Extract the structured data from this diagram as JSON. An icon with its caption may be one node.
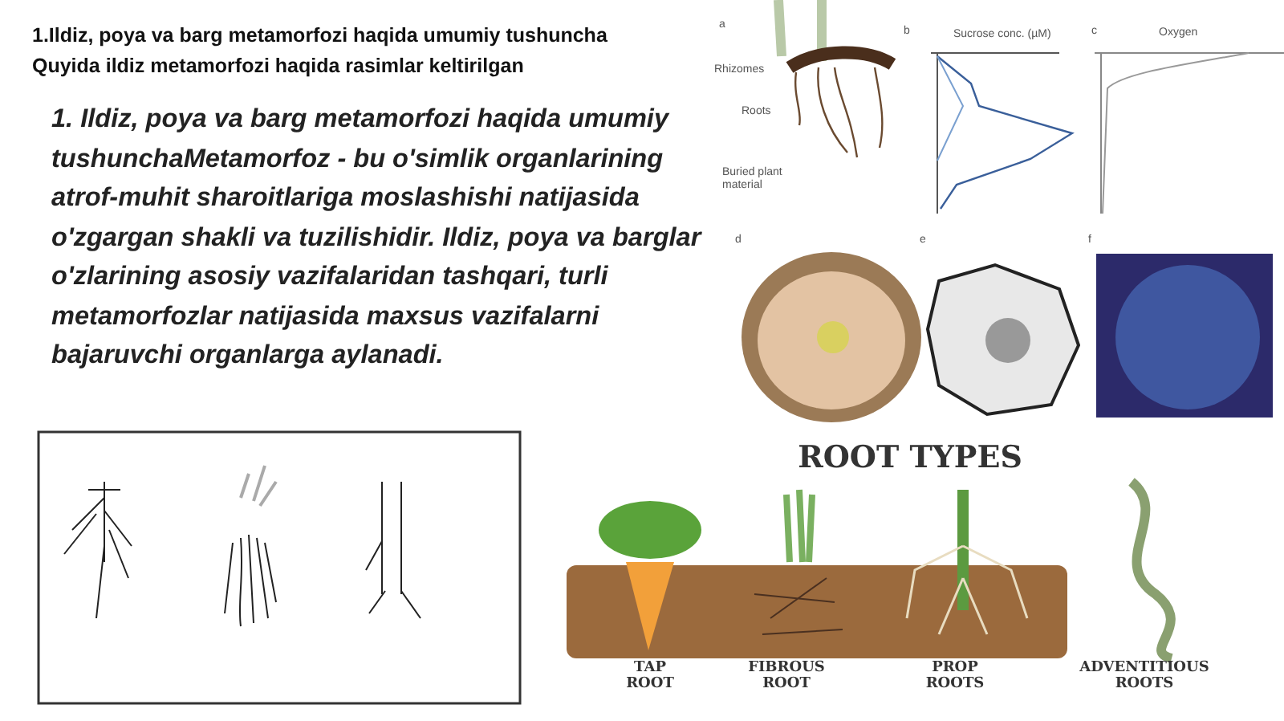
{
  "diagram": {
    "title": "1.Ildiz, poya va barg metamorfozi haqida umumiy tushuncha",
    "labels": [
      "Quyida ildiz metamorfozi haqida rasimlar keltirilgan",
      "1. Ildiz, poya va barg metamorfozi haqida umumiy tushunchaMetamorfoz - bu o'simlik organlarining atrof-muhit sharoitlariga moslashishi natijasida o'zgargan shakli va tuzilishidir. Ildiz, poya va barglar o'zlarining asosiy vazifalaridan tashqari, turli metamorfozlar natijasida maxsus vazifalarni bajaruvchi organlarga aylanadi.",
      "a",
      "Rhizomes",
      "Roots",
      "Buried plant material",
      "b",
      "Sucrose conc. (µM)",
      "c",
      "Oxygen",
      "d",
      "e",
      "f",
      "ROOT TYPES",
      "TAP ROOT",
      "FIBROUS ROOT",
      "PROP ROOTS",
      "ADVENTITIOUS ROOTS"
    ]
  }
}
